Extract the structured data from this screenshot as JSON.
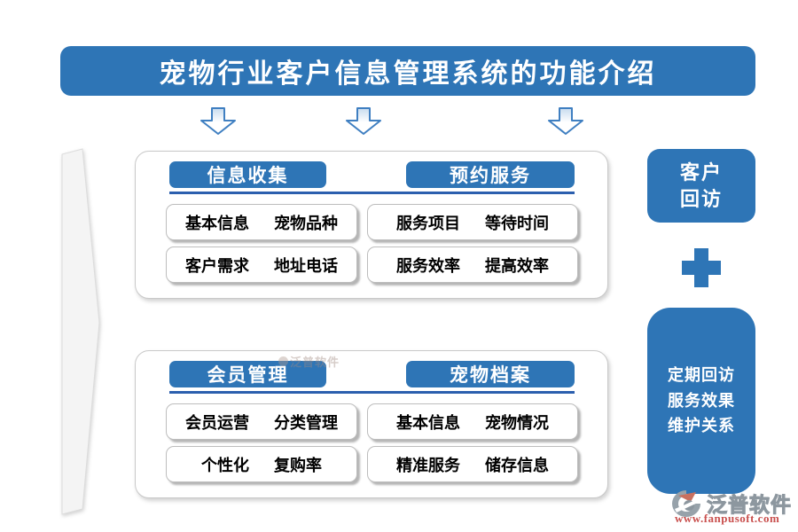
{
  "title": "宠物行业客户信息管理系统的功能介绍",
  "colors": {
    "primary_blue": "#2e75b6",
    "rule_blue": "#2b5fae",
    "url_red": "#c9504e"
  },
  "arrows": {
    "count": 3,
    "icon": "down-arrow"
  },
  "cards": [
    {
      "sections": [
        {
          "header": "信息收集",
          "rows": [
            {
              "left": "基本信息",
              "right": "宠物品种"
            },
            {
              "left": "客户需求",
              "right": "地址电话"
            }
          ]
        },
        {
          "header": "预约服务",
          "rows": [
            {
              "left": "服务项目",
              "right": "等待时间"
            },
            {
              "left": "服务效率",
              "right": "提高效率"
            }
          ]
        }
      ]
    },
    {
      "sections": [
        {
          "header": "会员管理",
          "rows": [
            {
              "left": "会员运营",
              "right": "分类管理"
            },
            {
              "left": "个性化",
              "right": "复购率"
            }
          ]
        },
        {
          "header": "宠物档案",
          "rows": [
            {
              "left": "基本信息",
              "right": "宠物情况"
            },
            {
              "left": "精准服务",
              "right": "储存信息"
            }
          ]
        }
      ]
    }
  ],
  "right_panel": {
    "top_box_lines": [
      "客户",
      "回访"
    ],
    "plus_icon": "plus",
    "tall_box_lines": [
      "定期回访",
      "服务效果",
      "维护关系"
    ]
  },
  "watermark": {
    "text": "泛普软件"
  },
  "logo": {
    "brand": "泛普软件",
    "url": "www.fanpusoft.com"
  }
}
